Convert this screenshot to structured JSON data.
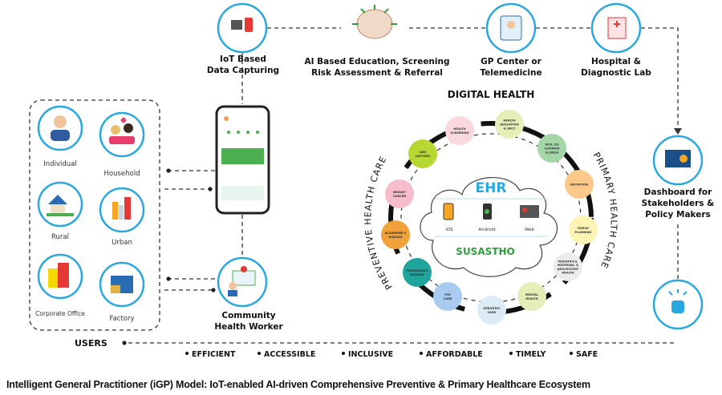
{
  "top_nodes": {
    "iot": [
      "IoT Based",
      "Data Capturing"
    ],
    "ai": [
      "AI Based Education, Screening",
      "Risk Assessment & Referral"
    ],
    "gp": [
      "GP Center or",
      "Telemedicine"
    ],
    "hospital": [
      "Hospital &",
      "Diagnostic Lab"
    ]
  },
  "dashboard": [
    "Dashboard for",
    "Stakeholders &",
    "Policy Makers"
  ],
  "chw": [
    "Community",
    "Health Worker"
  ],
  "users": {
    "title": "USERS",
    "items": [
      "Individual",
      "Household",
      "Rural",
      "Urban",
      "Corporate Office",
      "Factory"
    ]
  },
  "digital_health": "DIGITAL HEALTH",
  "preventive": "PREVENTIVE HEALTH CARE",
  "primary": "PRIMARY HEALTH CARE",
  "ehr": {
    "title": "EHR",
    "platforms": [
      "iOS",
      "Android",
      "Web"
    ],
    "brand": "SUSASTHO"
  },
  "services": [
    {
      "label": [
        "HEALTH",
        "SCREENING"
      ],
      "color": "#f9d9de"
    },
    {
      "label": [
        "HEALTH",
        "EDUCATION",
        "& SBCC"
      ],
      "color": "#e6efb8"
    },
    {
      "label": [
        "NCD, CD",
        "COMMON",
        "ILLNESS"
      ],
      "color": "#a5d6a7"
    },
    {
      "label": [
        "NUTRITION"
      ],
      "color": "#fcc98a"
    },
    {
      "label": [
        "FAMILY",
        "PLANNING"
      ],
      "color": "#fdf3b5"
    },
    {
      "label": [
        "PEDIATRICS,",
        "MATERNAL &",
        "ADOLESCENT",
        "HEALTH"
      ],
      "color": "#ececec"
    },
    {
      "label": [
        "MENTAL",
        "HEALTH"
      ],
      "color": "#e5edb8"
    },
    {
      "label": [
        "GERIATRIC",
        "CARE"
      ],
      "color": "#dcecf4"
    },
    {
      "label": [
        "EYE",
        "CARE"
      ],
      "color": "#a9cbf0"
    },
    {
      "label": [
        "PARKINSON'S",
        "DISEASE"
      ],
      "color": "#1fa59c"
    },
    {
      "label": [
        "ALZHEIMER'S",
        "DISEASE"
      ],
      "color": "#f1a13a"
    },
    {
      "label": [
        "BREAST",
        "CANCER"
      ],
      "color": "#f7bccb"
    },
    {
      "label": [
        "ASD",
        "(AUTISM)"
      ],
      "color": "#b5d832"
    }
  ],
  "principles": [
    "EFFICIENT",
    "ACCESSIBLE",
    "INCLUSIVE",
    "AFFORDABLE",
    "TIMELY",
    "SAFE"
  ],
  "caption": "Intelligent General Practitioner (iGP) Model: IoT-enabled AI-driven Comprehensive Preventive & Primary Healthcare Ecosystem",
  "colors": {
    "circle": "#29a8e0",
    "ehr": "#29a8e0",
    "brand": "#2e9e3f"
  }
}
